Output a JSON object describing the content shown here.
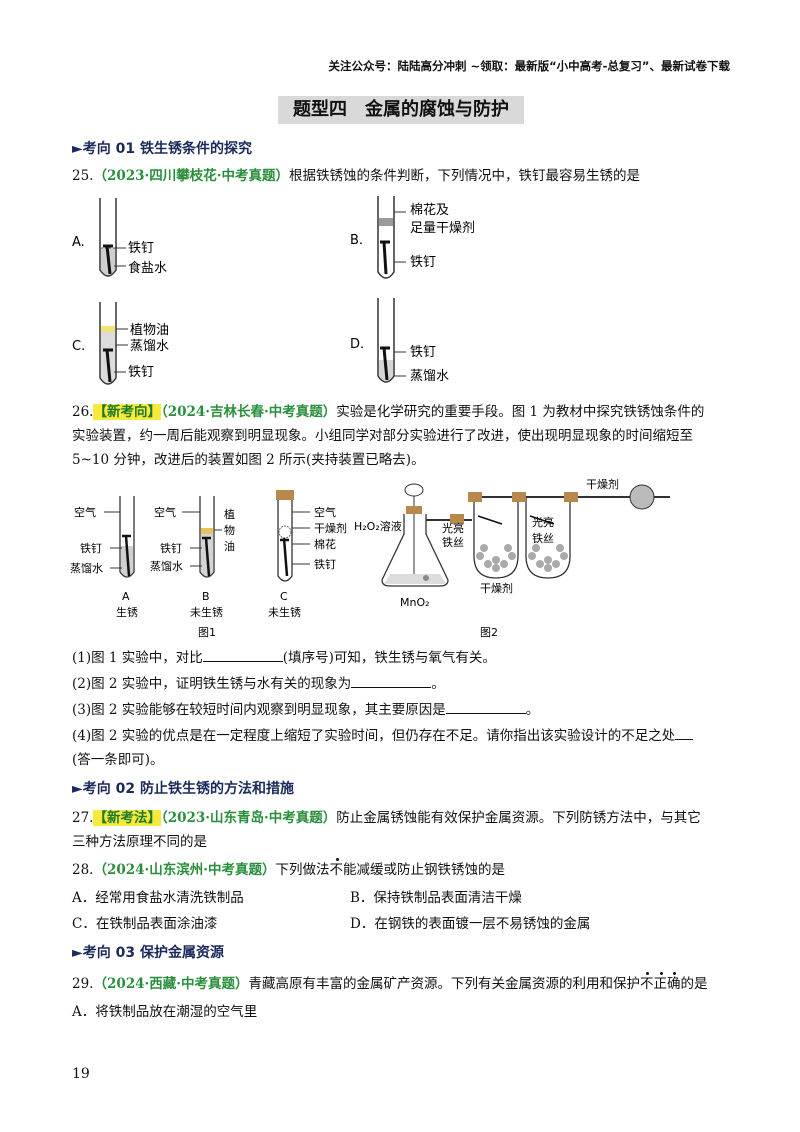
{
  "header": "关注公众号：陆陆高分冲刺 ~领取：最新版“小中高考-总复习”、最新试卷下载",
  "title": "题型四　金属的腐蚀与防护",
  "sections": {
    "s1": "►考向 01 铁生锈条件的探究",
    "s2": "►考向 02  防止铁生锈的方法和措施",
    "s3": "►考向 03  保护金属资源"
  },
  "q25": {
    "num": "25.",
    "source": "（2023·四川攀枝花·中考真题）",
    "stem": "根据铁锈蚀的条件判断，下列情况中，铁钉最容易生锈的是",
    "A": {
      "letter": "A.",
      "l1": "铁钉",
      "l2": "食盐水"
    },
    "B": {
      "letter": "B.",
      "l1": "棉花及",
      "l2": "足量干燥剂",
      "l3": "铁钉"
    },
    "C": {
      "letter": "C.",
      "l1": "植物油",
      "l2": "蒸馏水",
      "l3": "铁钉"
    },
    "D": {
      "letter": "D.",
      "l1": "铁钉",
      "l2": "蒸馏水"
    }
  },
  "q26": {
    "num": "26.",
    "badge": "【新考向】",
    "source": "（2024·吉林长春·中考真题）",
    "stem1": "实验是化学研究的重要手段。图 1 为教材中探究铁锈蚀条件的",
    "stem2": "实验装置，约一周后能观察到明显现象。小组同学对部分实验进行了改进，使出现明显现象的时间缩短至",
    "stem3": "5~10 分钟，改进后的装置如图 2 所示(夹持装置已略去)。",
    "fig1": {
      "air": "空气",
      "nail": "铁钉",
      "water": "蒸馏水",
      "oil": "植物油",
      "dry": "干燥剂",
      "cotton": "棉花",
      "A": "A",
      "B": "B",
      "C": "C",
      "rustA": "生锈",
      "rustB": "未生锈",
      "rustC": "未生锈",
      "caption": "图1"
    },
    "fig2": {
      "h2o2": "H₂O₂溶液",
      "mno2": "MnO₂",
      "wire1": "光亮",
      "wire1b": "铁丝",
      "wire2": "光亮",
      "wire2b": "铁丝",
      "dry1": "干燥剂",
      "dry2": "干燥剂",
      "caption": "图2"
    },
    "sub1a": "(1)图 1 实验中，对比",
    "sub1b": "(填序号)可知，铁生锈与氧气有关。",
    "sub2a": "(2)图 2 实验中，证明铁生锈与水有关的现象为",
    "sub2b": "。",
    "sub3a": "(3)图 2 实验能够在较短时间内观察到明显现象，其主要原因是",
    "sub3b": "。",
    "sub4a": "(4)图 2 实验的优点是在一定程度上缩短了实验时间，但仍存在不足。请你指出该实验设计的不足之处",
    "sub4b": "(答一条即可)。"
  },
  "q27": {
    "num": "27.",
    "badge": "【新考法】",
    "source": "（2023·山东青岛·中考真题）",
    "stem1": "防止金属锈蚀能有效保护金属资源。下列防锈方法中，与其它",
    "stem2": "三种方法原理不同的是"
  },
  "q28": {
    "num": "28.",
    "source": "（2024·山东滨州·中考真题）",
    "stem_a": "下列做法",
    "stem_dot": "不",
    "stem_b": "能减缓或防止钢铁锈蚀的是",
    "A": "A．经常用食盐水清洗铁制品",
    "B": "B．保持铁制品表面清洁干燥",
    "C": "C．在铁制品表面涂油漆",
    "D": "D．在钢铁的表面镀一层不易锈蚀的金属"
  },
  "q29": {
    "num": "29.",
    "source": "（2024·西藏·中考真题）",
    "stem_a": "青藏高原有丰富的金属矿产资源。下列有关金属资源的利用和保护",
    "stem_dot1": "不",
    "stem_dot2": "正",
    "stem_dot3": "确",
    "stem_b": "的是",
    "A": "A．将铁制品放在潮湿的空气里"
  },
  "page_number": "19"
}
